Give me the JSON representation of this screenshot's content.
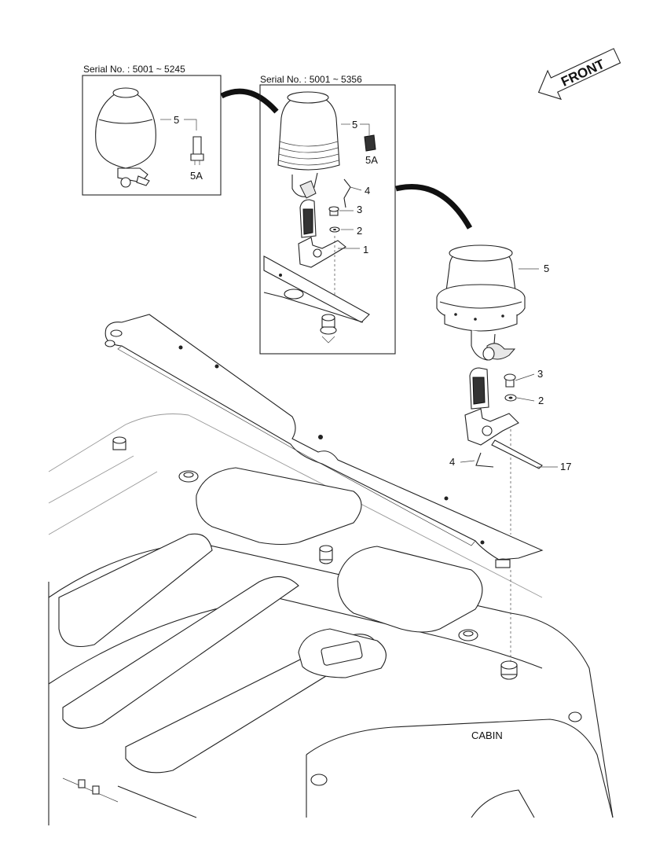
{
  "insets": [
    {
      "serial_label": "Serial No. : 5001 ~ 5245"
    },
    {
      "serial_label": "Serial No. : 5001 ~ 5356"
    }
  ],
  "front_label": "FRONT",
  "cabin_label": "CABIN",
  "callouts": {
    "inset1_5": "5",
    "inset1_5a": "5A",
    "inset2_5": "5",
    "inset2_5a": "5A",
    "inset2_4": "4",
    "inset2_3": "3",
    "inset2_2": "2",
    "inset2_1": "1",
    "main_5": "5",
    "main_3": "3",
    "main_2": "2",
    "main_4": "4",
    "main_17": "17"
  }
}
